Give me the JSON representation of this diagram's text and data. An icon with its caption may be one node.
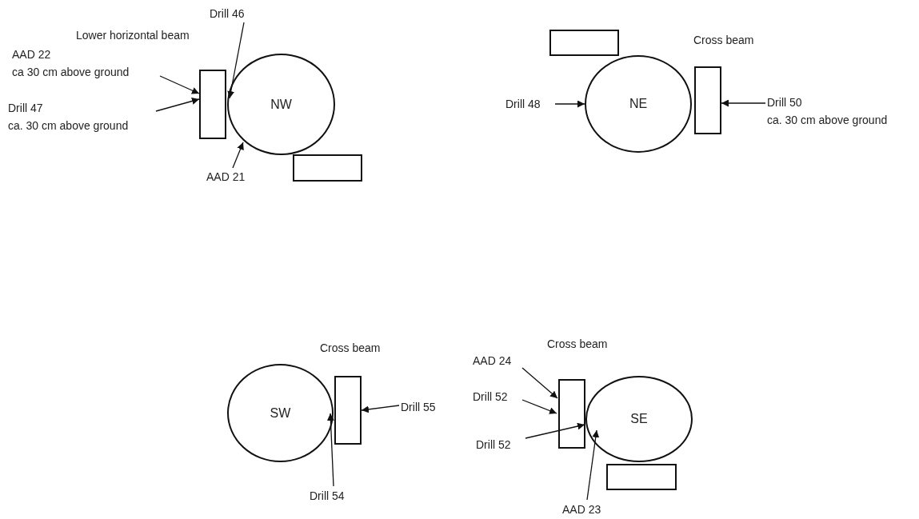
{
  "diagram": {
    "nodes": [
      {
        "text": [
          "Drill 46"
        ]
      },
      {
        "text": [
          "AAD 22",
          "ca 30 cm above ground"
        ]
      },
      {
        "text": [
          "Drill 47",
          "ca. 30 cm above ground"
        ]
      },
      {
        "text": [],
        "shape": "box"
      },
      {
        "text": [
          "NW"
        ]
      },
      {
        "text": [],
        "shape": "box"
      },
      {
        "text": [
          "AAD 21"
        ]
      },
      {
        "text": [],
        "shape": "box"
      },
      {
        "text": [
          "Drill 48"
        ]
      },
      {
        "text": [
          "NE"
        ]
      },
      {
        "text": [],
        "shape": "box"
      },
      {
        "text": [
          "Drill 50",
          "ca. 30 cm above ground"
        ]
      },
      {
        "text": [
          "SW"
        ]
      },
      {
        "text": [],
        "shape": "box"
      },
      {
        "text": [
          "Drill 55"
        ]
      },
      {
        "text": [
          "Drill 54"
        ]
      },
      {
        "text": [
          "AAD 24"
        ]
      },
      {
        "text": [
          "Drill 52"
        ]
      },
      {
        "text": [],
        "shape": "box"
      },
      {
        "text": [
          "SE"
        ]
      },
      {
        "text": [
          "Drill 52"
        ]
      },
      {
        "text": [],
        "shape": "box"
      },
      {
        "text": [
          "AAD 23"
        ]
      }
    ],
    "edges": [
      {
        "from": 0,
        "to": 4,
        "arrow": "to"
      },
      {
        "from": 1,
        "to": 3,
        "arrow": "to"
      },
      {
        "from": 2,
        "to": 3,
        "arrow": "to"
      },
      {
        "from": 6,
        "to": 4,
        "arrow": "to"
      },
      {
        "from": 8,
        "to": 9,
        "arrow": "to"
      },
      {
        "from": 11,
        "to": 10,
        "arrow": "to"
      },
      {
        "from": 14,
        "to": 13,
        "arrow": "to"
      },
      {
        "from": 15,
        "to": 12,
        "arrow": "to"
      },
      {
        "from": 16,
        "to": 18,
        "arrow": "to"
      },
      {
        "from": 17,
        "to": 18,
        "arrow": "to"
      },
      {
        "from": 20,
        "to": 19,
        "arrow": "to"
      },
      {
        "from": 22,
        "to": 19,
        "arrow": "to"
      }
    ],
    "labels": [
      "Lower horizontal beam",
      "Cross beam",
      "Cross beam",
      "Cross beam"
    ]
  }
}
